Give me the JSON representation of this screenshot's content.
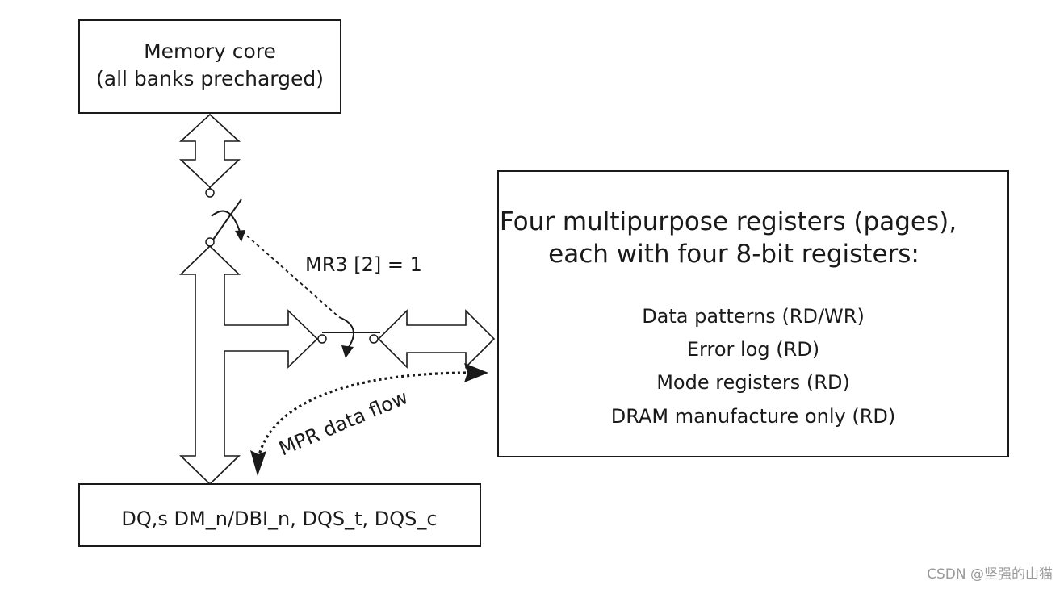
{
  "memory_core": {
    "line1": "Memory core",
    "line2": "(all banks precharged)"
  },
  "mpr_box": {
    "title_line1": "Four multipurpose registers (pages),",
    "title_line2": "each with four 8-bit registers:",
    "items": [
      "Data patterns (RD/WR)",
      "Error log (RD)",
      "Mode registers (RD)",
      "DRAM manufacture only (RD)"
    ]
  },
  "switch_label": "MR3 [2] = 1",
  "flow_label": "MPR data flow",
  "io_box": {
    "label": "DQ,s DM_n/DBI_n, DQS_t, DQS_c"
  },
  "watermark": "CSDN @坚强的山猫"
}
